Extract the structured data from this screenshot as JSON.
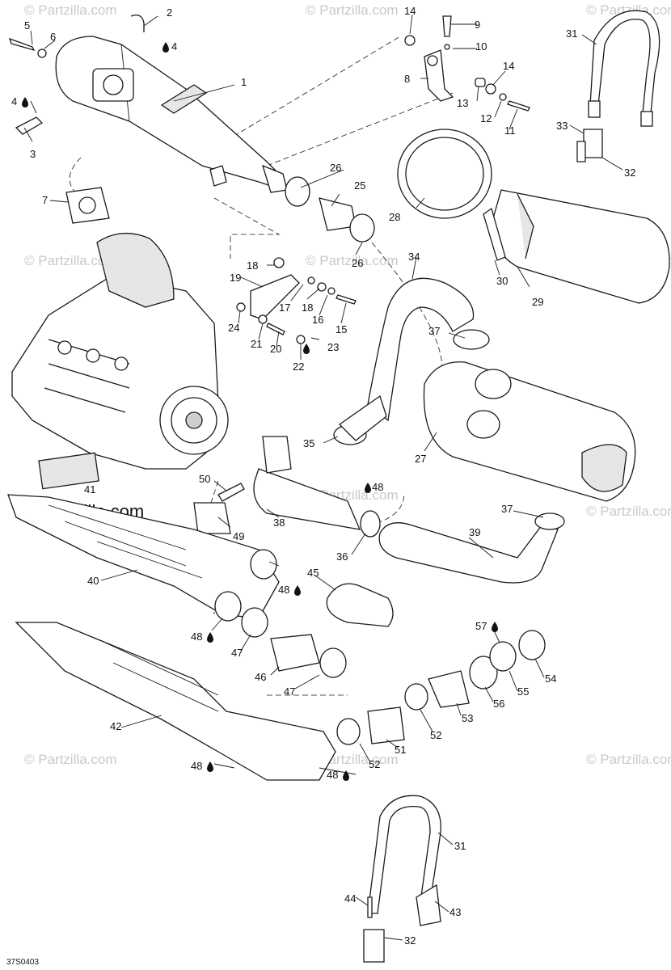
{
  "diagram": {
    "code": "37S0403",
    "watermark": "© Partzilla.com",
    "watermark_main": "© Partzilla.com",
    "callouts": {
      "c1": "1",
      "c2": "2",
      "c3": "3",
      "c4a": "4",
      "c4b": "4",
      "c5": "5",
      "c6": "6",
      "c7": "7",
      "c8": "8",
      "c9": "9",
      "c10": "10",
      "c11": "11",
      "c12": "12",
      "c13": "13",
      "c14a": "14",
      "c14b": "14",
      "c15": "15",
      "c16": "16",
      "c17": "17",
      "c18a": "18",
      "c18b": "18",
      "c19": "19",
      "c20": "20",
      "c21": "21",
      "c22": "22",
      "c23": "23",
      "c24": "24",
      "c25": "25",
      "c26a": "26",
      "c26b": "26",
      "c27": "27",
      "c28": "28",
      "c29": "29",
      "c30": "30",
      "c31a": "31",
      "c31b": "31",
      "c32a": "32",
      "c32b": "32",
      "c33": "33",
      "c34": "34",
      "c35": "35",
      "c36": "36",
      "c37a": "37",
      "c37b": "37",
      "c38": "38",
      "c39": "39",
      "c40": "40",
      "c41": "41",
      "c42": "42",
      "c43": "43",
      "c44": "44",
      "c45": "45",
      "c46": "46",
      "c47a": "47",
      "c47b": "47",
      "c48a": "48",
      "c48b": "48",
      "c48c": "48",
      "c48d": "48",
      "c48e": "48",
      "c49": "49",
      "c50": "50",
      "c51": "51",
      "c52a": "52",
      "c52b": "52",
      "c53": "53",
      "c54": "54",
      "c55": "55",
      "c56": "56",
      "c57": "57"
    }
  }
}
